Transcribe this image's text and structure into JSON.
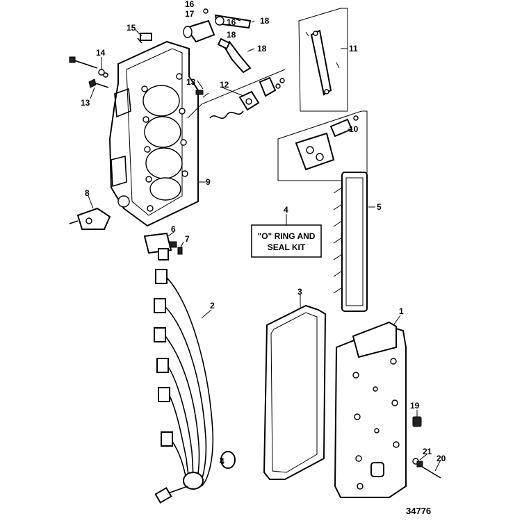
{
  "callouts": {
    "c1": "1",
    "c2": "2",
    "c3": "3",
    "c4a": "4",
    "c4b": "4",
    "c5": "5",
    "c6": "6",
    "c7": "7",
    "c8": "8",
    "c9": "9",
    "c10": "10",
    "c11": "11",
    "c12": "12",
    "c13a": "13",
    "c13b": "13",
    "c14": "14",
    "c15": "15",
    "c16a": "16",
    "c16b": "16",
    "c17": "17",
    "c18a": "18",
    "c18b": "18",
    "c19": "19",
    "c20": "20",
    "c21": "21"
  },
  "kit_label": {
    "line1": "\"O\" RING AND",
    "line2": "SEAL KIT"
  },
  "figure_number": "34776"
}
